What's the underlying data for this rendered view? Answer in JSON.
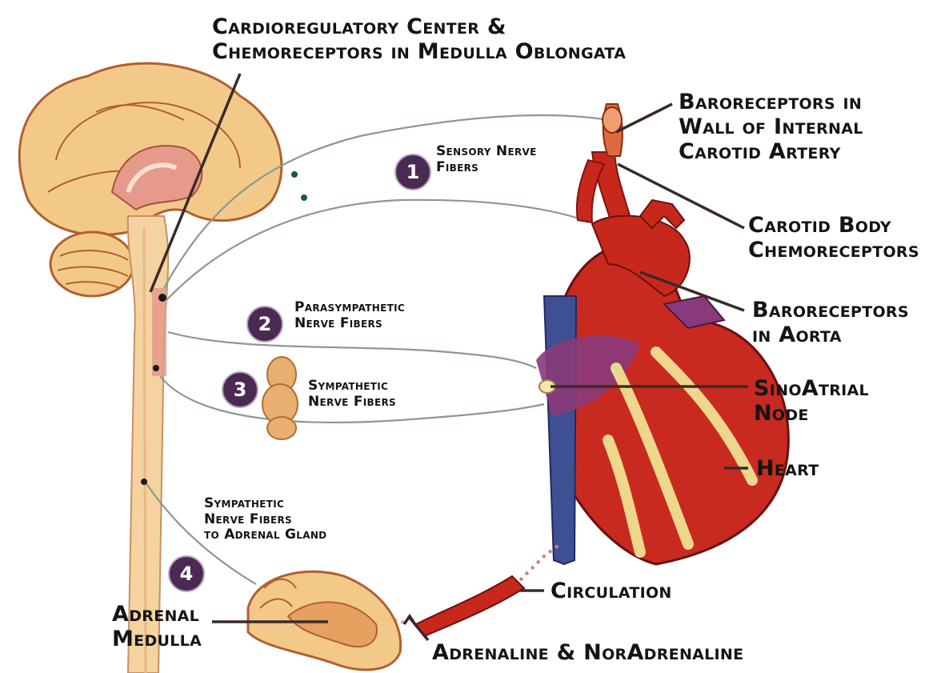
{
  "labels": {
    "cardio": [
      "Cardioregulatory Center &",
      "Chemoreceptors in Medulla Oblongata"
    ],
    "baro_carotid": [
      "Baroreceptors in",
      "Wall of Internal",
      "Carotid Artery"
    ],
    "carotid_body": [
      "Carotid Body",
      "Chemoreceptors"
    ],
    "baro_aorta": [
      "Baroreceptors",
      "in Aorta"
    ],
    "sa_node": [
      "SinoAtrial",
      "Node"
    ],
    "heart": "Heart",
    "circulation": "Circulation",
    "adrenaline": "Adrenaline & NorAdrenaline",
    "adrenal_medulla": [
      "Adrenal",
      "Medulla"
    ],
    "sensory": [
      "Sensory Nerve",
      "Fibers"
    ],
    "parasympathetic": [
      "Parasympathetic",
      "Nerve Fibers"
    ],
    "sympathetic": [
      "Sympathetic",
      "Nerve Fibers"
    ],
    "sympathetic_adrenal": [
      "Sympathetic",
      "Nerve Fibers",
      "to Adrenal Gland"
    ]
  },
  "markers": [
    "1",
    "2",
    "3",
    "4"
  ],
  "colors": {
    "brain": "#f3c98a",
    "brain_inner": "#e59a8a",
    "artery": "#c8281c",
    "vein": "#3e4f93",
    "marker": "#4a2a52",
    "nerve": "#8a9a8a",
    "text": "#141414"
  }
}
